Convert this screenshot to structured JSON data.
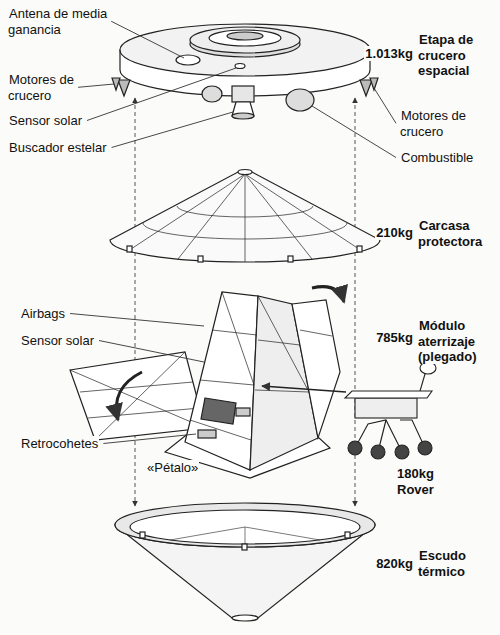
{
  "diagram": {
    "labels": [
      "Antena de media ganancia",
      "Motores de crucero",
      "Sensor solar",
      "Buscador estelar",
      "1.013kg",
      "Etapa de crucero espacial",
      "Motores de crucero",
      "Combustible",
      "210kg",
      "Carcasa protectora",
      "Airbags",
      "Sensor solar",
      "785kg",
      "Módulo aterrizaje (plegado)",
      "Retrocohetes",
      "«Pétalo»",
      "180kg",
      "Rover",
      "820kg",
      "Escudo térmico"
    ]
  }
}
